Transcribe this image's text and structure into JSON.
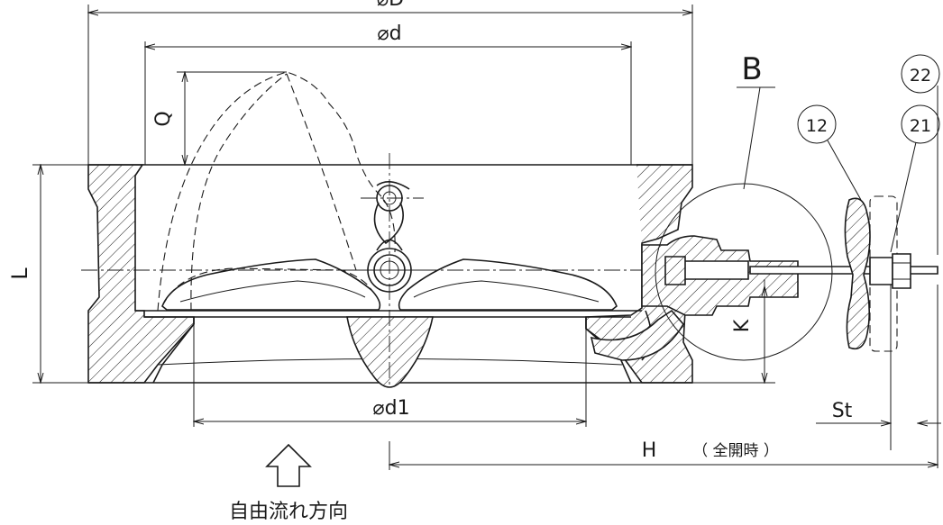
{
  "labels": {
    "dim_D": "⌀D",
    "dim_d": "⌀d",
    "dim_Q": "Q",
    "dim_L": "L",
    "dim_d1": "⌀d1",
    "dim_K": "K",
    "dim_St": "St",
    "dim_H": "H",
    "dim_H_note": "（ 全開時 ）",
    "detail_B": "B",
    "part_12": "12",
    "part_21": "21",
    "part_22": "22",
    "flow_direction": "自由流れ方向"
  }
}
